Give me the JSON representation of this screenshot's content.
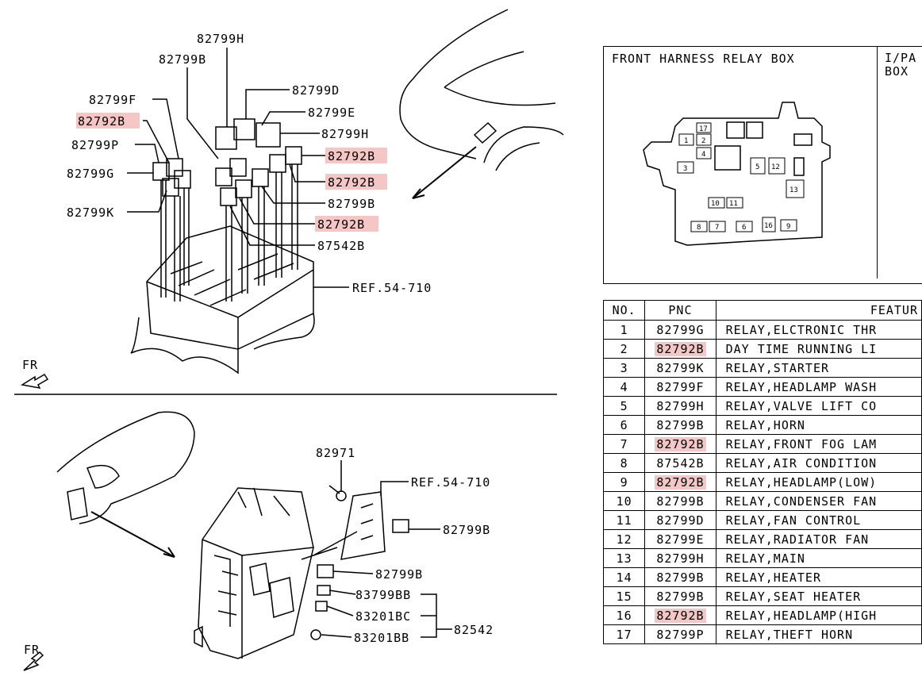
{
  "top_diagram": {
    "callouts_left": [
      {
        "pnc": "82799H",
        "highlighted": false
      },
      {
        "pnc": "82799B",
        "highlighted": false
      },
      {
        "pnc": "82799F",
        "highlighted": false
      },
      {
        "pnc": "82792B",
        "highlighted": true
      },
      {
        "pnc": "82799P",
        "highlighted": false
      },
      {
        "pnc": "82799G",
        "highlighted": false
      },
      {
        "pnc": "82799K",
        "highlighted": false
      }
    ],
    "callouts_right": [
      {
        "pnc": "82799D",
        "highlighted": false
      },
      {
        "pnc": "82799E",
        "highlighted": false
      },
      {
        "pnc": "82799H",
        "highlighted": false
      },
      {
        "pnc": "82792B",
        "highlighted": true
      },
      {
        "pnc": "82792B",
        "highlighted": true
      },
      {
        "pnc": "82799B",
        "highlighted": false
      },
      {
        "pnc": "82792B",
        "highlighted": true
      },
      {
        "pnc": "87542B",
        "highlighted": false
      }
    ],
    "ref": "REF.54-710",
    "fr": "FR"
  },
  "bottom_diagram": {
    "callouts": [
      "82971",
      "REF.54-710",
      "82799B",
      "82799B",
      "83799BB",
      "83201BC",
      "83201BB",
      "82542"
    ],
    "fr": "FR"
  },
  "relay_box": {
    "title": "FRONT HARNESS RELAY BOX",
    "title2_line1": "I/PA",
    "title2_line2": "BOX",
    "slots": [
      "17",
      "1",
      "2",
      "4",
      "3",
      "5",
      "12",
      "13",
      "10",
      "11",
      "8",
      "7",
      "6",
      "16",
      "9"
    ]
  },
  "parts_table": {
    "headers": {
      "no": "NO.",
      "pnc": "PNC",
      "feature": "FEATUR"
    },
    "rows": [
      {
        "no": "1",
        "pnc": "82799G",
        "feature": "RELAY,ELCTRONIC THR",
        "highlighted": false
      },
      {
        "no": "2",
        "pnc": "82792B",
        "feature": "DAY TIME RUNNING LI",
        "highlighted": true
      },
      {
        "no": "3",
        "pnc": "82799K",
        "feature": "RELAY,STARTER",
        "highlighted": false
      },
      {
        "no": "4",
        "pnc": "82799F",
        "feature": "RELAY,HEADLAMP WASH",
        "highlighted": false
      },
      {
        "no": "5",
        "pnc": "82799H",
        "feature": "RELAY,VALVE LIFT CO",
        "highlighted": false
      },
      {
        "no": "6",
        "pnc": "82799B",
        "feature": "RELAY,HORN",
        "highlighted": false
      },
      {
        "no": "7",
        "pnc": "82792B",
        "feature": "RELAY,FRONT FOG LAM",
        "highlighted": true
      },
      {
        "no": "8",
        "pnc": "87542B",
        "feature": "RELAY,AIR CONDITION",
        "highlighted": false
      },
      {
        "no": "9",
        "pnc": "82792B",
        "feature": "RELAY,HEADLAMP(LOW)",
        "highlighted": true
      },
      {
        "no": "10",
        "pnc": "82799B",
        "feature": "RELAY,CONDENSER FAN",
        "highlighted": false
      },
      {
        "no": "11",
        "pnc": "82799D",
        "feature": "RELAY,FAN CONTROL",
        "highlighted": false
      },
      {
        "no": "12",
        "pnc": "82799E",
        "feature": "RELAY,RADIATOR FAN",
        "highlighted": false
      },
      {
        "no": "13",
        "pnc": "82799H",
        "feature": "RELAY,MAIN",
        "highlighted": false
      },
      {
        "no": "14",
        "pnc": "82799B",
        "feature": "RELAY,HEATER",
        "highlighted": false
      },
      {
        "no": "15",
        "pnc": "82799B",
        "feature": "RELAY,SEAT HEATER",
        "highlighted": false
      },
      {
        "no": "16",
        "pnc": "82792B",
        "feature": "RELAY,HEADLAMP(HIGH",
        "highlighted": true
      },
      {
        "no": "17",
        "pnc": "82799P",
        "feature": "RELAY,THEFT HORN",
        "highlighted": false
      }
    ]
  },
  "colors": {
    "highlight": "#f4c6c6",
    "line": "#000000"
  }
}
